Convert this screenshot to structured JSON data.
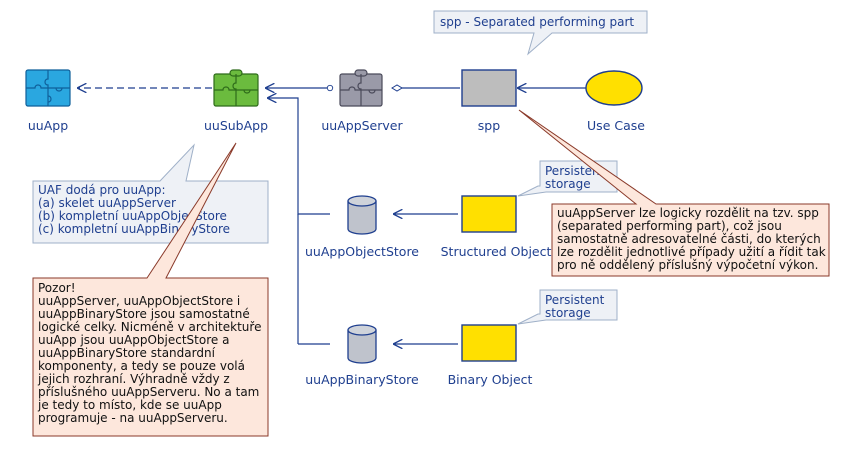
{
  "nodes": {
    "uuapp": {
      "label": "uuApp",
      "icon": "puzzle-icon",
      "color": "#2aa7e0"
    },
    "uusubapp": {
      "label": "uuSubApp",
      "icon": "puzzle-icon",
      "color": "#6bbb3e"
    },
    "uuappserver": {
      "label": "uuAppServer",
      "icon": "puzzle-icon",
      "color": "#9a9aa8"
    },
    "spp": {
      "label": "spp",
      "color": "#bdbdbd"
    },
    "use_case": {
      "label": "Use Case",
      "color": "#ffe000"
    },
    "object_store": {
      "label": "uuAppObjectStore",
      "color": "#bfc3cc"
    },
    "structured_object": {
      "label": "Structured Object",
      "color": "#ffe000"
    },
    "binary_store": {
      "label": "uuAppBinaryStore",
      "color": "#bfc3cc"
    },
    "binary_object": {
      "label": "Binary Object",
      "color": "#ffe000"
    }
  },
  "notes": {
    "spp_title": {
      "lines": [
        "spp - Separated performing part"
      ]
    },
    "persistent_1": {
      "lines": [
        "Persistent",
        "storage"
      ]
    },
    "persistent_2": {
      "lines": [
        "Persistent",
        "storage"
      ]
    },
    "uaf": {
      "lines": [
        "UAF dodá pro uuApp:",
        "(a) skelet uuAppServer",
        "(b) kompletní uuAppObjecStore",
        "(c) kompletní uuAppBinaryStore"
      ]
    },
    "spp_detail": {
      "lines": [
        "uuAppServer lze logicky rozdělit na tzv. spp",
        "(separated performing part), což jsou",
        "samostatně adresovatelné části, do kterých",
        "lze rozdělit jednotlivé případy užití a řídit tak",
        "pro ně oddělený příslušný výpočetní výkon."
      ]
    },
    "pozor": {
      "lines": [
        "Pozor!",
        "uuAppServer, uuAppObjectStore i",
        "uuAppBinaryStore jsou samostatné",
        "logické celky. Nicméně v architektuře",
        "uuApp jsou uuAppObjectStore a",
        "uuAppBinaryStore standardní",
        "komponenty, a tedy se pouze volá",
        "jejich rozhraní. Výhradně vždy z",
        "příslušného uuAppServeru. No a tam",
        "je tedy to místo, kde se uuApp",
        "programuje - na uuAppServeru."
      ]
    }
  },
  "colors": {
    "line": "#1f3f8f",
    "blue_note_fill": "#eef1f6",
    "blue_note_border": "#9fb0c8",
    "salmon_note_fill": "#fde7dc",
    "salmon_note_border": "#8a3a2a"
  }
}
